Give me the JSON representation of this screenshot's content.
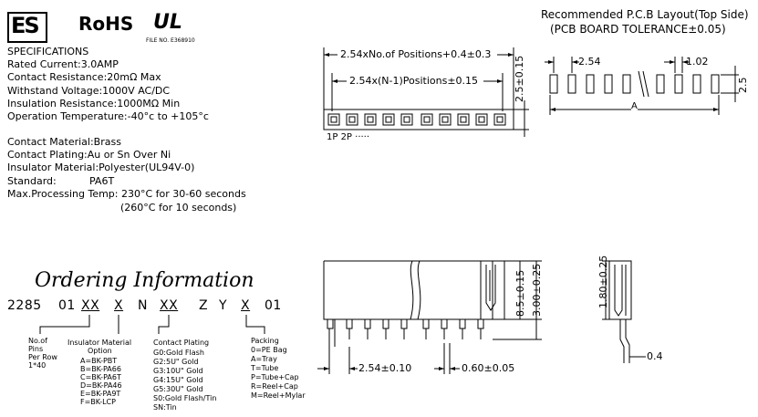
{
  "logo": {
    "brand_text": "ES",
    "rohs_text": "RoHS",
    "ul_text": "UL",
    "file_no": "FILE NO. E368910"
  },
  "specs": {
    "heading": "SPECIFICATIONS",
    "lines": [
      "Rated Current:3.0AMP",
      "Contact Resistance:20mΩ Max",
      "Withstand Voltage:1000V AC/DC",
      "Insulation Resistance:1000MΩ Min",
      "Operation Temperature:-40°c to +105°c"
    ],
    "materials": [
      "Contact Material:Brass",
      "Contact Plating:Au or Sn Over Ni",
      "Insulator Material:Polyester(UL94V-0)",
      "Standard:",
      "Max.Processing Temp: 230°C for 30-60 seconds",
      "(260°C for 10 seconds)"
    ],
    "standard_value": "PA6T"
  },
  "ordering": {
    "title": "Ordering Information",
    "code": [
      "2285",
      "01",
      "XX",
      "X",
      "N",
      "XX",
      "Z",
      "Y",
      "X",
      "01"
    ],
    "pins": [
      "No.of",
      "Pins",
      "Per Row",
      "1*40"
    ],
    "insulator": [
      "Insulator Material",
      "Option",
      "A=BK-PBT",
      "B=BK-PA66",
      "C=BK-PA6T",
      "D=BK-PA46",
      "E=BK-PA9T",
      "F=BK-LCP"
    ],
    "plating": [
      "Contact Plating",
      "G0:Gold Flash",
      "G2:5U\" Gold",
      "G3:10U\" Gold",
      "G4:15U\" Gold",
      "G5:30U\" Gold",
      "S0:Gold Flash/Tin",
      "SN:Tin"
    ],
    "packing": [
      "Packing",
      "0=PE Bag",
      "A=Tray",
      "T=Tube",
      "P=Tube+Cap",
      "R=Reel+Cap",
      "M=Reel+Mylar"
    ]
  },
  "top_view": {
    "dim_total": "2.54xNo.of Positions+0.4±0.3",
    "dim_pitch_span": "2.54x(N-1)Positions±0.15",
    "dim_height": "2.5±0.15",
    "pin_labels": "1P  2P ·····"
  },
  "pcb": {
    "title": "Recommended P.C.B Layout(Top Side)",
    "tolerance": "(PCB BOARD TOLERANCE±0.05)",
    "pitch": "2.54",
    "pad": "1.02",
    "height": "2.5",
    "span": "A"
  },
  "side_view": {
    "dim_body": "8.5±0.15",
    "dim_tail": "3.00±0.25",
    "dim_pitch": "2.54±0.10",
    "dim_pin": "0.60±0.05"
  },
  "section_view": {
    "dim_depth": "1.80±0.25",
    "dim_pin": "0.4"
  }
}
